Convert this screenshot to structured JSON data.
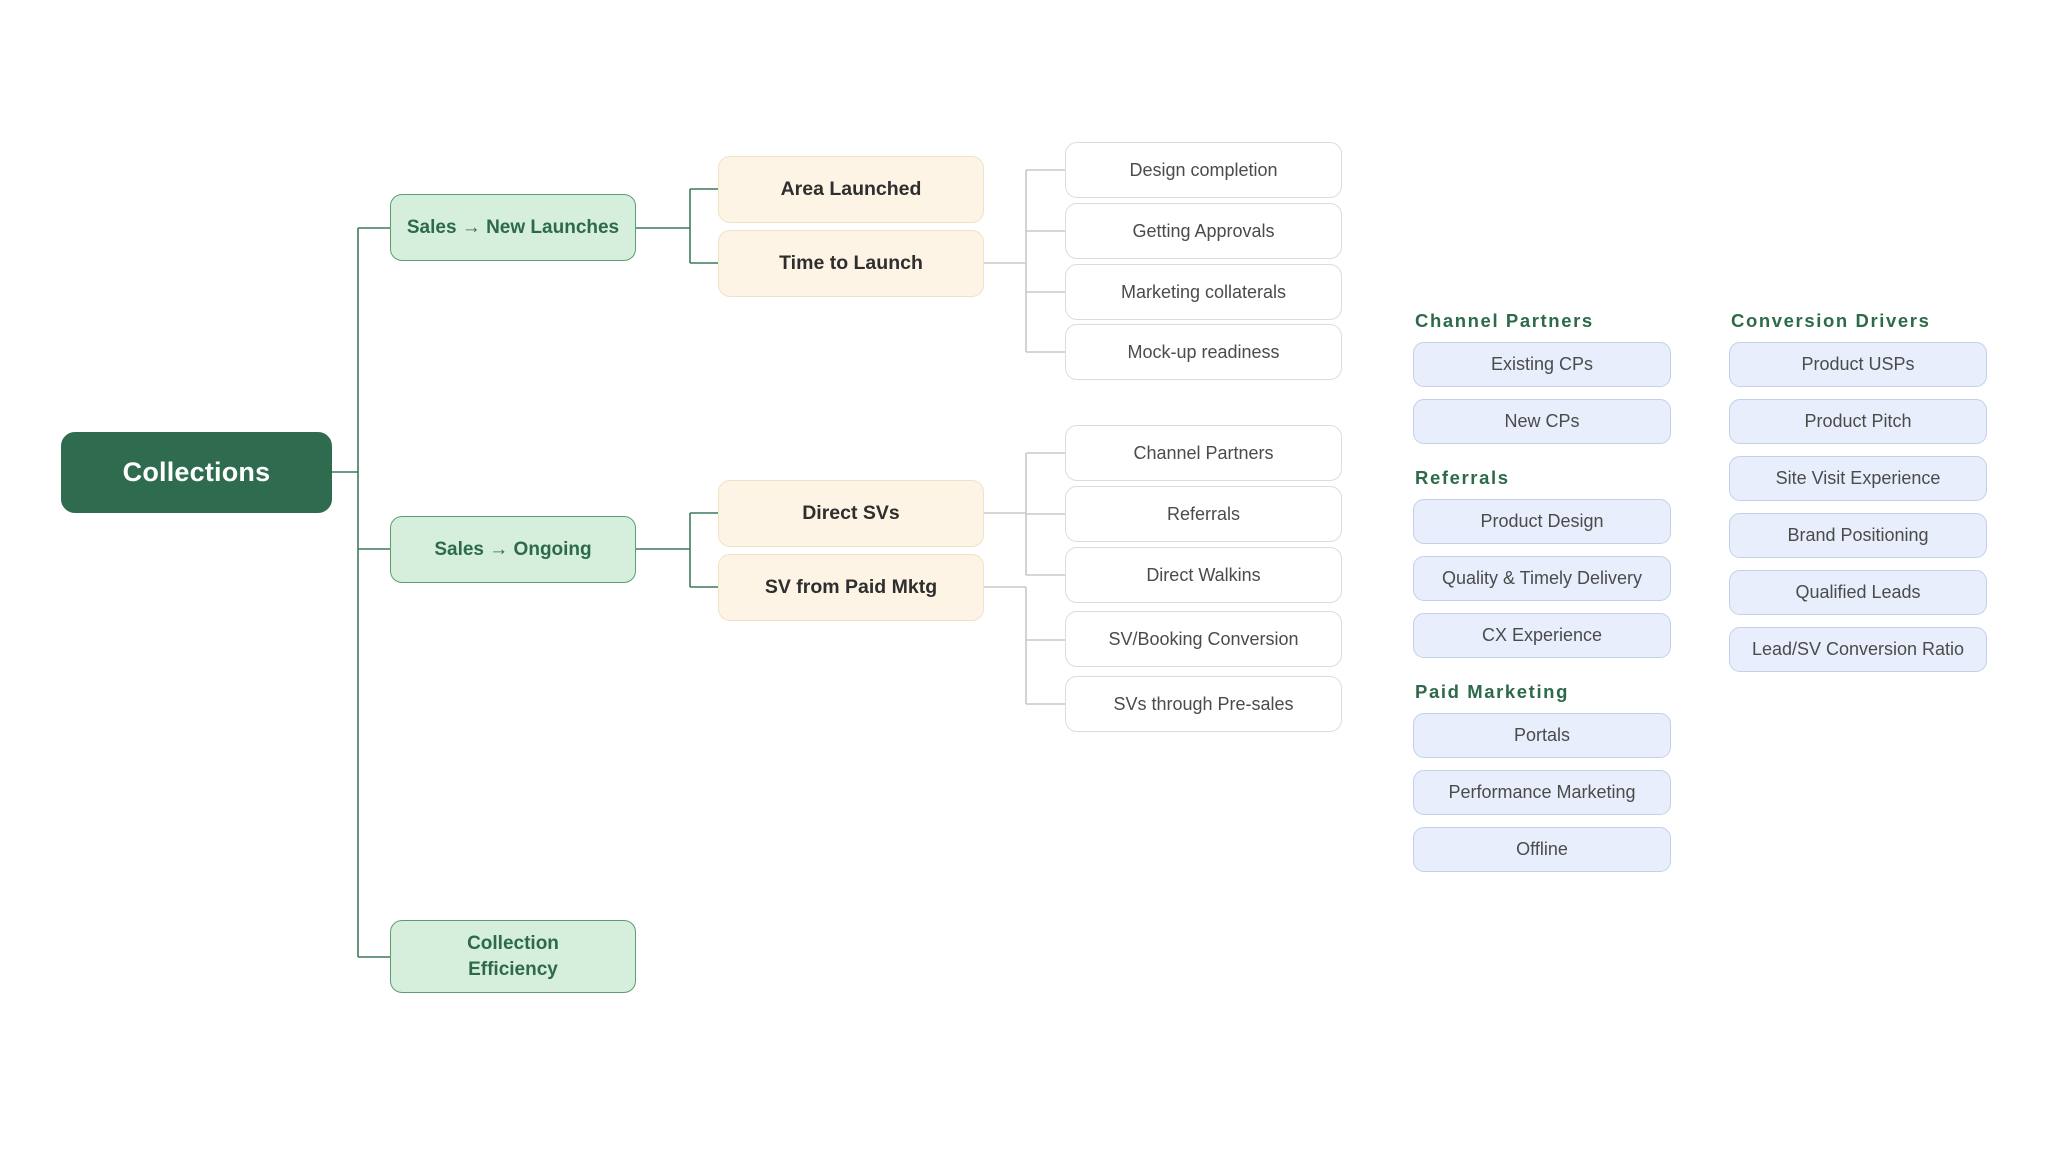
{
  "diagram": {
    "root": {
      "label": "Collections"
    },
    "branches": [
      {
        "label": "Sales → New Launches",
        "subnodes": [
          {
            "label": "Area Launched",
            "leaves": []
          },
          {
            "label": "Time to Launch",
            "leaves": [
              {
                "label": "Design completion"
              },
              {
                "label": "Getting Approvals"
              },
              {
                "label": "Marketing collaterals"
              },
              {
                "label": "Mock-up readiness"
              }
            ]
          }
        ]
      },
      {
        "label": "Sales → Ongoing",
        "subnodes": [
          {
            "label": "Direct SVs",
            "leaves": [
              {
                "label": "Channel Partners"
              },
              {
                "label": "Referrals"
              },
              {
                "label": "Direct Walkins"
              }
            ]
          },
          {
            "label": "SV from Paid Mktg",
            "leaves": [
              {
                "label": "SV/Booking Conversion"
              },
              {
                "label": "SVs through Pre-sales"
              }
            ]
          }
        ]
      },
      {
        "label": "Collection\nEfficiency",
        "label_line1": "Collection",
        "label_line2": "Efficiency",
        "subnodes": []
      }
    ]
  },
  "legend": {
    "column_left": [
      {
        "title": "Channel Partners",
        "items": [
          "Existing CPs",
          "New CPs"
        ]
      },
      {
        "title": "Referrals",
        "items": [
          "Product Design",
          "Quality & Timely Delivery",
          "CX Experience"
        ]
      },
      {
        "title": "Paid Marketing",
        "items": [
          "Portals",
          "Performance Marketing",
          "Offline"
        ]
      }
    ],
    "column_right": [
      {
        "title": "Conversion Drivers",
        "items": [
          "Product USPs",
          "Product Pitch",
          "Site Visit Experience",
          "Brand Positioning",
          "Qualified Leads",
          "Lead/SV Conversion Ratio"
        ]
      }
    ]
  },
  "colors": {
    "root_fill": "#2e6b4f",
    "branch_fill": "#d6efdd",
    "branch_border": "#5b9c76",
    "sub_fill": "#fdf4e6",
    "sub_border": "#f0e2c8",
    "leaf_fill": "#ffffff",
    "leaf_border": "#dcdcdc",
    "chip_fill": "#e8eefb",
    "chip_border": "#c3d0e8",
    "green_wire": "#3f7a5c",
    "grey_wire": "#c8c8c8",
    "heading_green": "#2d6a4a"
  }
}
